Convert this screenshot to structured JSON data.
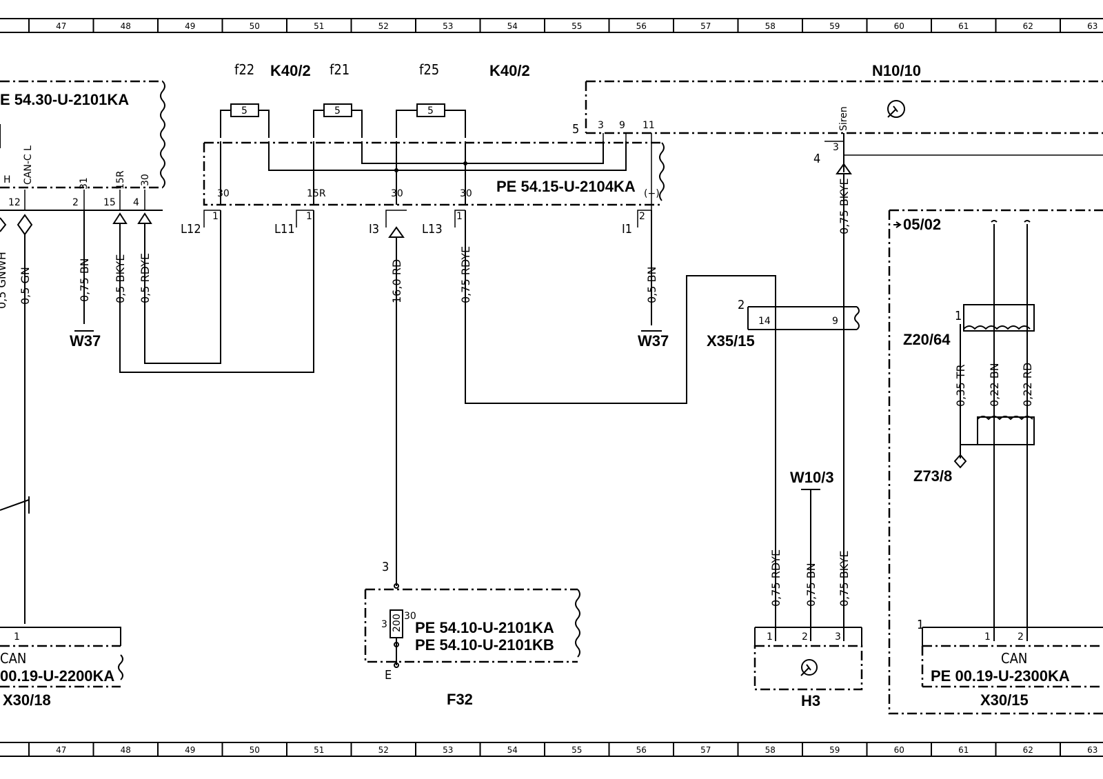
{
  "grid": [
    "47",
    "48",
    "49",
    "50",
    "51",
    "52",
    "53",
    "54",
    "55",
    "56",
    "57",
    "58",
    "59",
    "60",
    "61",
    "62",
    "63"
  ],
  "fuses": {
    "f22": {
      "label": "f22",
      "value": "5"
    },
    "f21": {
      "label": "f21",
      "value": "5"
    },
    "f25": {
      "label": "f25",
      "value": "5"
    }
  },
  "components": {
    "k40_2_a": "K40/2",
    "k40_2_b": "K40/2",
    "n10_10": "N10/10",
    "w37_left": "W37",
    "w37_right": "W37",
    "x35_15": "X35/15",
    "z20_64": "Z20/64",
    "z73_8": "Z73/8",
    "w10_3": "W10/3",
    "f32": "F32",
    "h3": "H3",
    "x30_18": "X30/18",
    "x30_15": "X30/15",
    "ref_05_02": "05/02"
  },
  "refs": {
    "pe_top_left": "E  54.30-U-2101KA",
    "pe_k40": "PE  54.15-U-2104KA",
    "pe_f32_a": "PE  54.10-U-2101KA",
    "pe_f32_b": "PE  54.10-U-2101KB",
    "pe_x30_18": "00.19-U-2200KA",
    "pe_x30_15": "PE  00.19-U-2300KA",
    "can_left": "CAN",
    "can_right": "CAN"
  },
  "wires": {
    "w_gnwh": "0,5 GNWH",
    "w_gn": "0,5 GN",
    "w_bn075": "0,75 BN",
    "w_bkye05": "0,5 BKYE",
    "w_rdye05": "0,5 RDYE",
    "w_rd16": "16,0 RD",
    "w_rdye075": "0,75 RDYE",
    "w_bn05": "0,5 BN",
    "w_bkye075_top": "0,75 BKYE",
    "w_tr": "0,35 TR",
    "w_bn022": "0,22 BN",
    "w_rd022": "0,22 RD",
    "w_rdye_h3": "0,75 RDYE",
    "w_bn_h3": "0,75 BN",
    "w_bkye_h3": "0,75 BKYE"
  },
  "pins": {
    "h": "H",
    "canc_l": "CAN-C L",
    "p12": "12",
    "p2": "2",
    "p31": "31",
    "p15": "15",
    "p15r_a": "15R",
    "p4": "4",
    "p30_a": "30",
    "l12": "L12",
    "l11": "L11",
    "i3": "I3",
    "l13": "L13",
    "i1": "I1",
    "p30_b": "30",
    "p15r_b": "15R",
    "p30_c": "30",
    "p30_d": "30",
    "p1_a": "1",
    "p1_b": "1",
    "p1_c": "1",
    "p2_i1": "2",
    "minus": "(−)",
    "p5": "5",
    "p3": "3",
    "p9": "9",
    "p11": "11",
    "p4n": "4",
    "p3n": "3",
    "siren": "Siren",
    "x35_2": "2",
    "x35_14": "14",
    "x35_9": "9",
    "f32_3top": "3",
    "f32_3": "3",
    "f32_30": "30",
    "f32_200": "200",
    "f32_e": "E",
    "z20_1": "1",
    "x30_18_1": "1",
    "h3_1": "1",
    "h3_2": "2",
    "h3_3": "3",
    "x30_15_1a": "1",
    "x30_15_1b": "1",
    "x30_15_2": "2"
  }
}
